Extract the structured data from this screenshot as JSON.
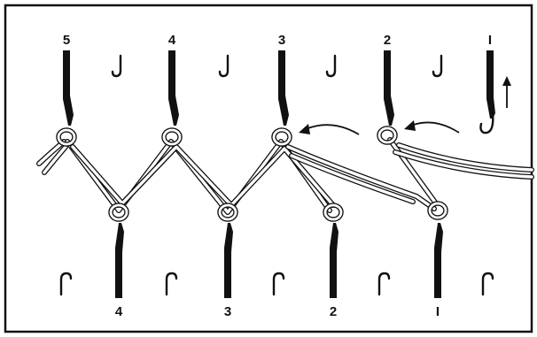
{
  "diagram": {
    "top_needle_numbers": [
      "5",
      "4",
      "3",
      "2",
      "I"
    ],
    "bottom_needle_numbers": [
      "4",
      "3",
      "2",
      "I"
    ]
  }
}
